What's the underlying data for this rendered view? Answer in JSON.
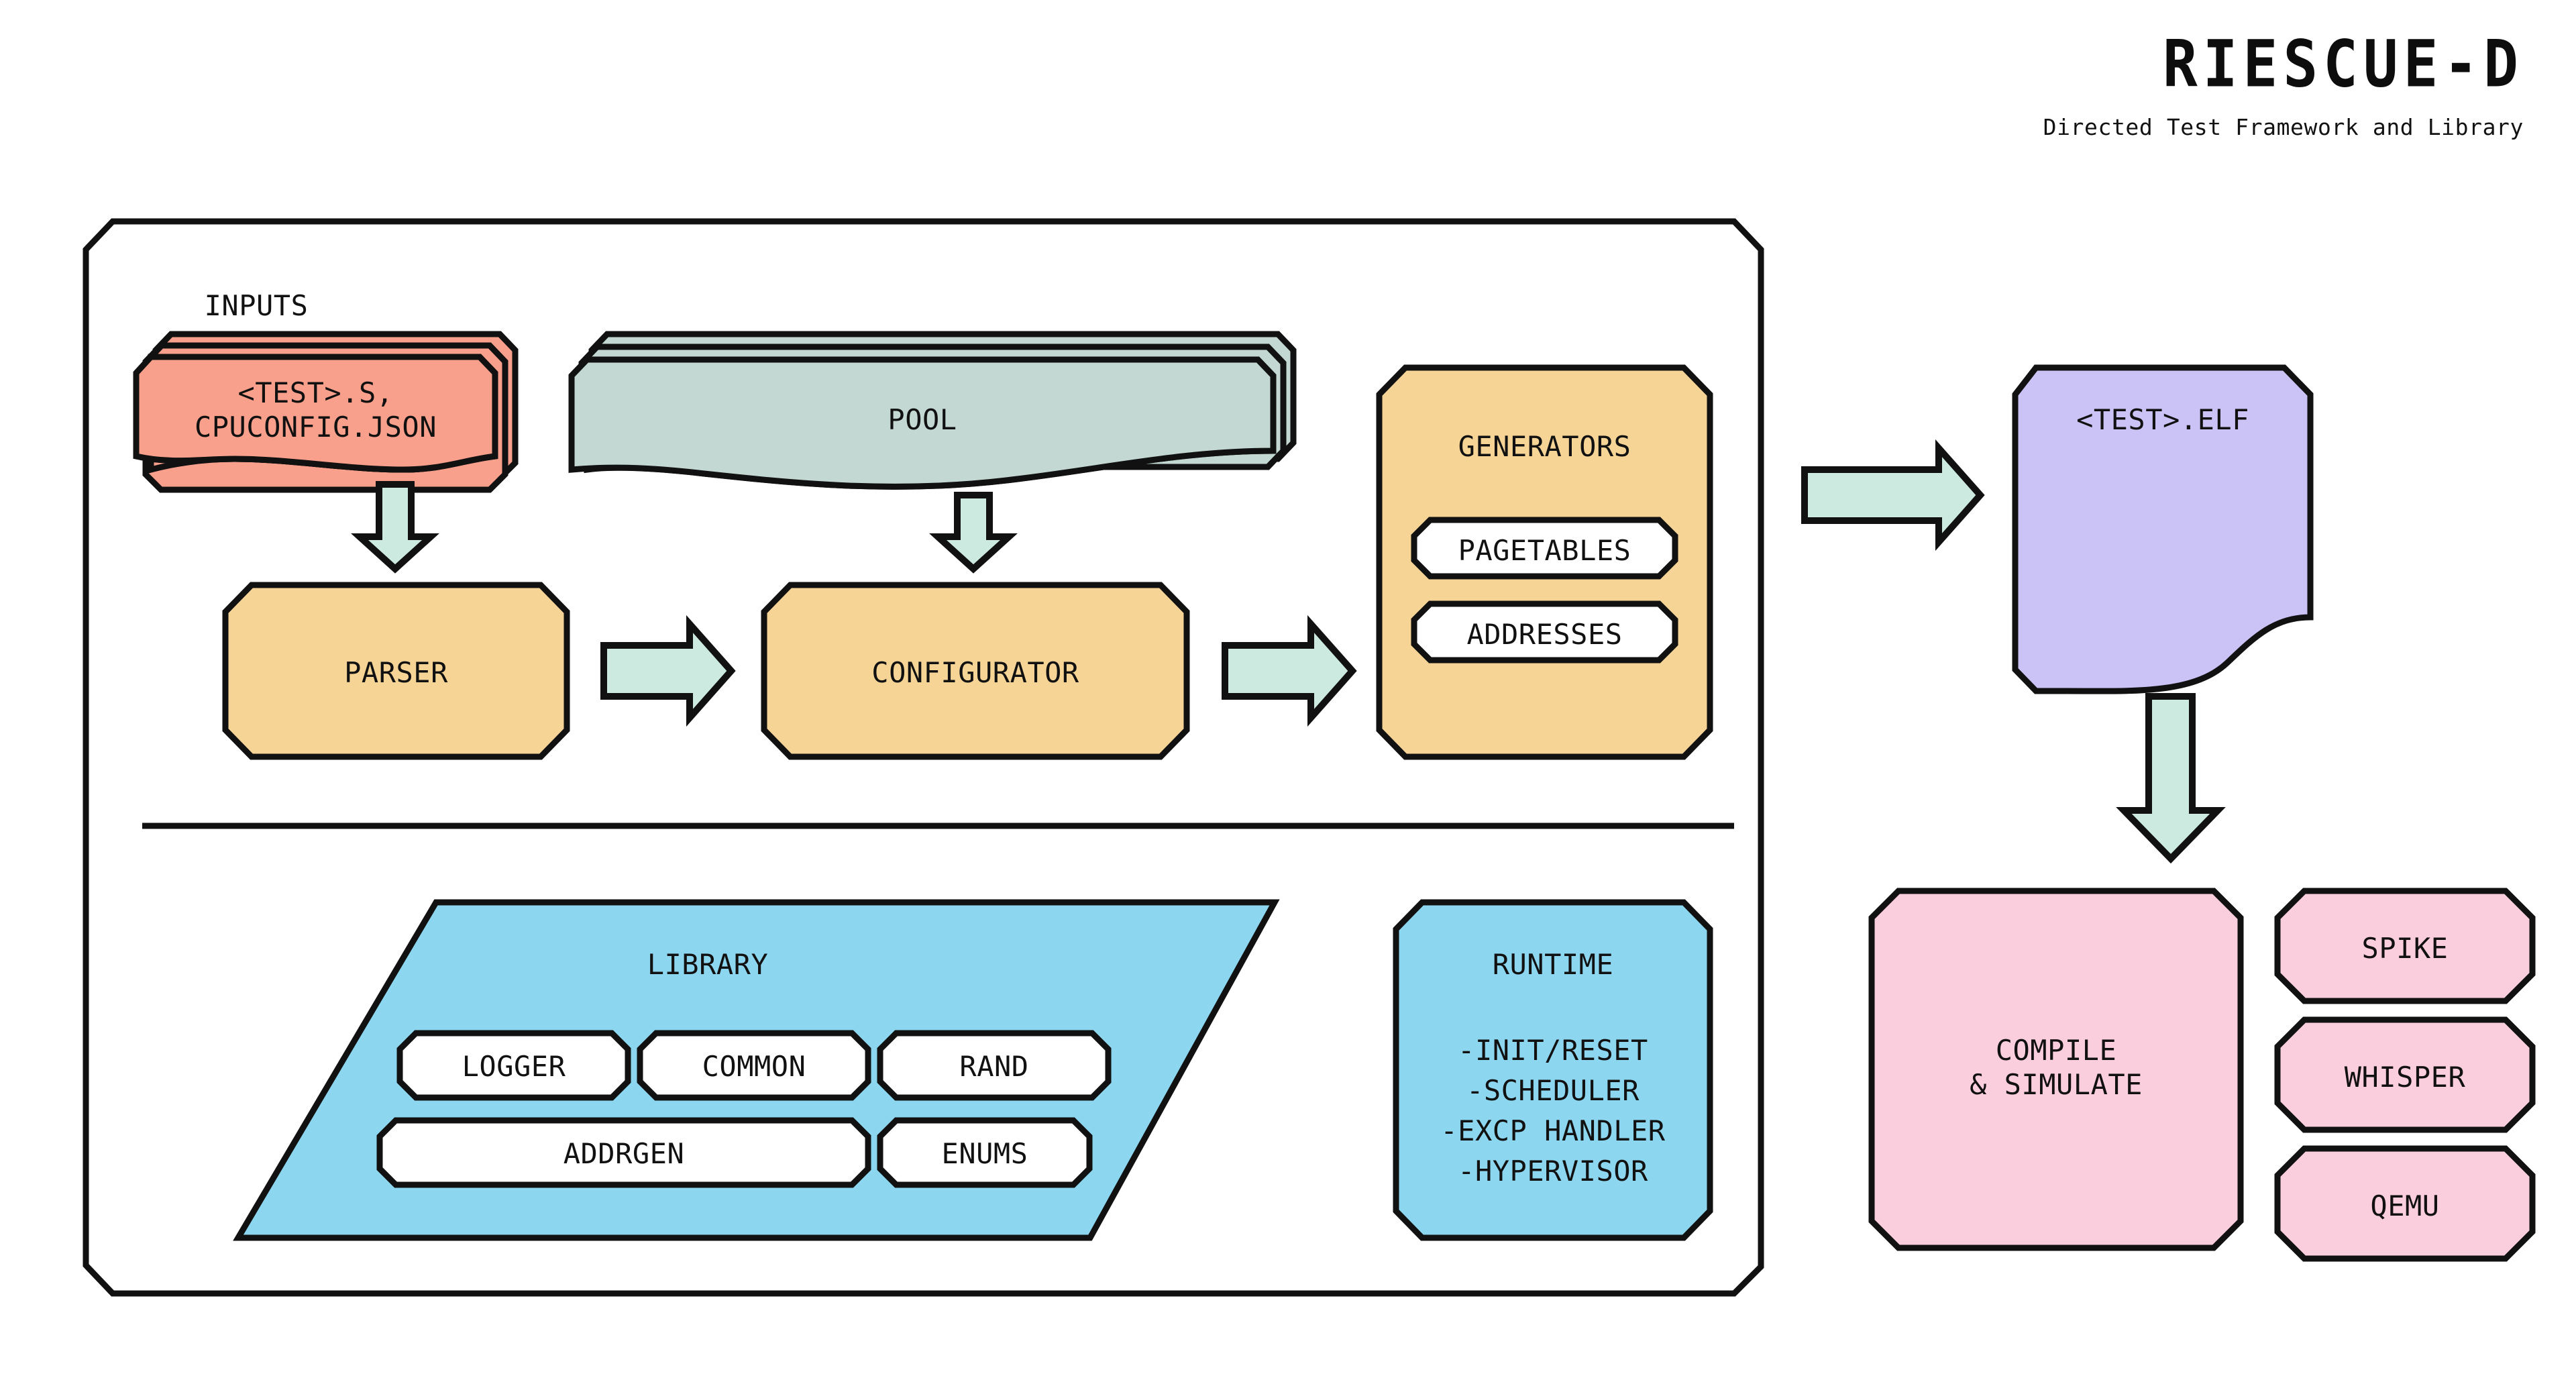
{
  "header": {
    "brand": "RIESCUE-D",
    "tagline": "Directed Test Framework and Library"
  },
  "colors": {
    "inputs_fill": "#F9A08C",
    "pool_fill": "#C3D8D2",
    "stage_fill": "#F5D496",
    "library_fill": "#8DD6EF",
    "runtime_fill": "#8DD6EF",
    "elf_fill": "#CBC3F5",
    "sim_fill": "#FBCEDD",
    "arrow_fill": "#CCEADF",
    "inner_box_fill": "#FFFFFF",
    "stroke": "#111111",
    "background": "#FFFFFF"
  },
  "flow": {
    "inputs_label": "INPUTS",
    "inputs_doc": "<TEST>.S,\nCPUCONFIG.JSON",
    "pool_label": "POOL",
    "parser_label": "PARSER",
    "configurator_label": "CONFIGURATOR",
    "generators": {
      "title": "GENERATORS",
      "items": [
        {
          "label": "PAGETABLES"
        },
        {
          "label": "ADDRESSES"
        }
      ]
    }
  },
  "lower": {
    "library": {
      "title": "LIBRARY",
      "row1": [
        {
          "label": "LOGGER"
        },
        {
          "label": "COMMON"
        },
        {
          "label": "RAND"
        }
      ],
      "row2": [
        {
          "label": "ADDRGEN"
        },
        {
          "label": "ENUMS"
        }
      ]
    },
    "runtime": {
      "title": "RUNTIME",
      "items": [
        "-INIT/RESET",
        "-SCHEDULER",
        "-EXCP HANDLER",
        "-HYPERVISOR"
      ]
    }
  },
  "output": {
    "elf_label": "<TEST>.ELF",
    "compile_label": "COMPILE\n& SIMULATE",
    "simulators": [
      {
        "label": "SPIKE"
      },
      {
        "label": "WHISPER"
      },
      {
        "label": "QEMU"
      }
    ]
  },
  "arrows": {
    "inputs_to_parser": "down-arrow",
    "pool_to_configurator": "down-arrow",
    "parser_to_configurator": "right-arrow",
    "configurator_to_generators": "right-arrow",
    "generators_to_elf": "right-arrow",
    "elf_to_compile": "down-arrow"
  }
}
